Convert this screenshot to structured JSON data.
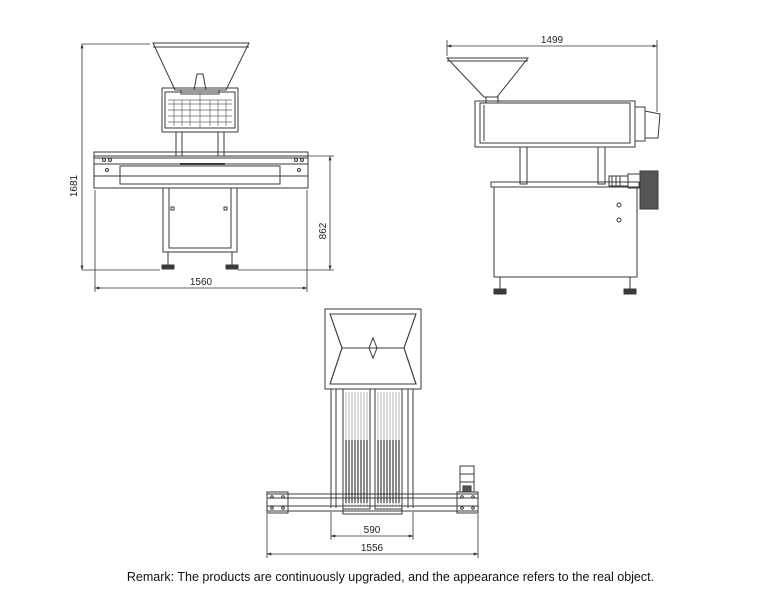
{
  "front_view": {
    "overall_height": "1681",
    "table_height": "862",
    "width": "1560"
  },
  "side_view": {
    "length": "1499"
  },
  "top_view": {
    "inner_width": "590",
    "overall_width": "1556"
  },
  "remark": "Remark: The products are continuously upgraded, and the appearance refers to the real object.",
  "colors": {
    "line": "#3a3a3a",
    "dark": "#555555",
    "text": "#222222"
  }
}
